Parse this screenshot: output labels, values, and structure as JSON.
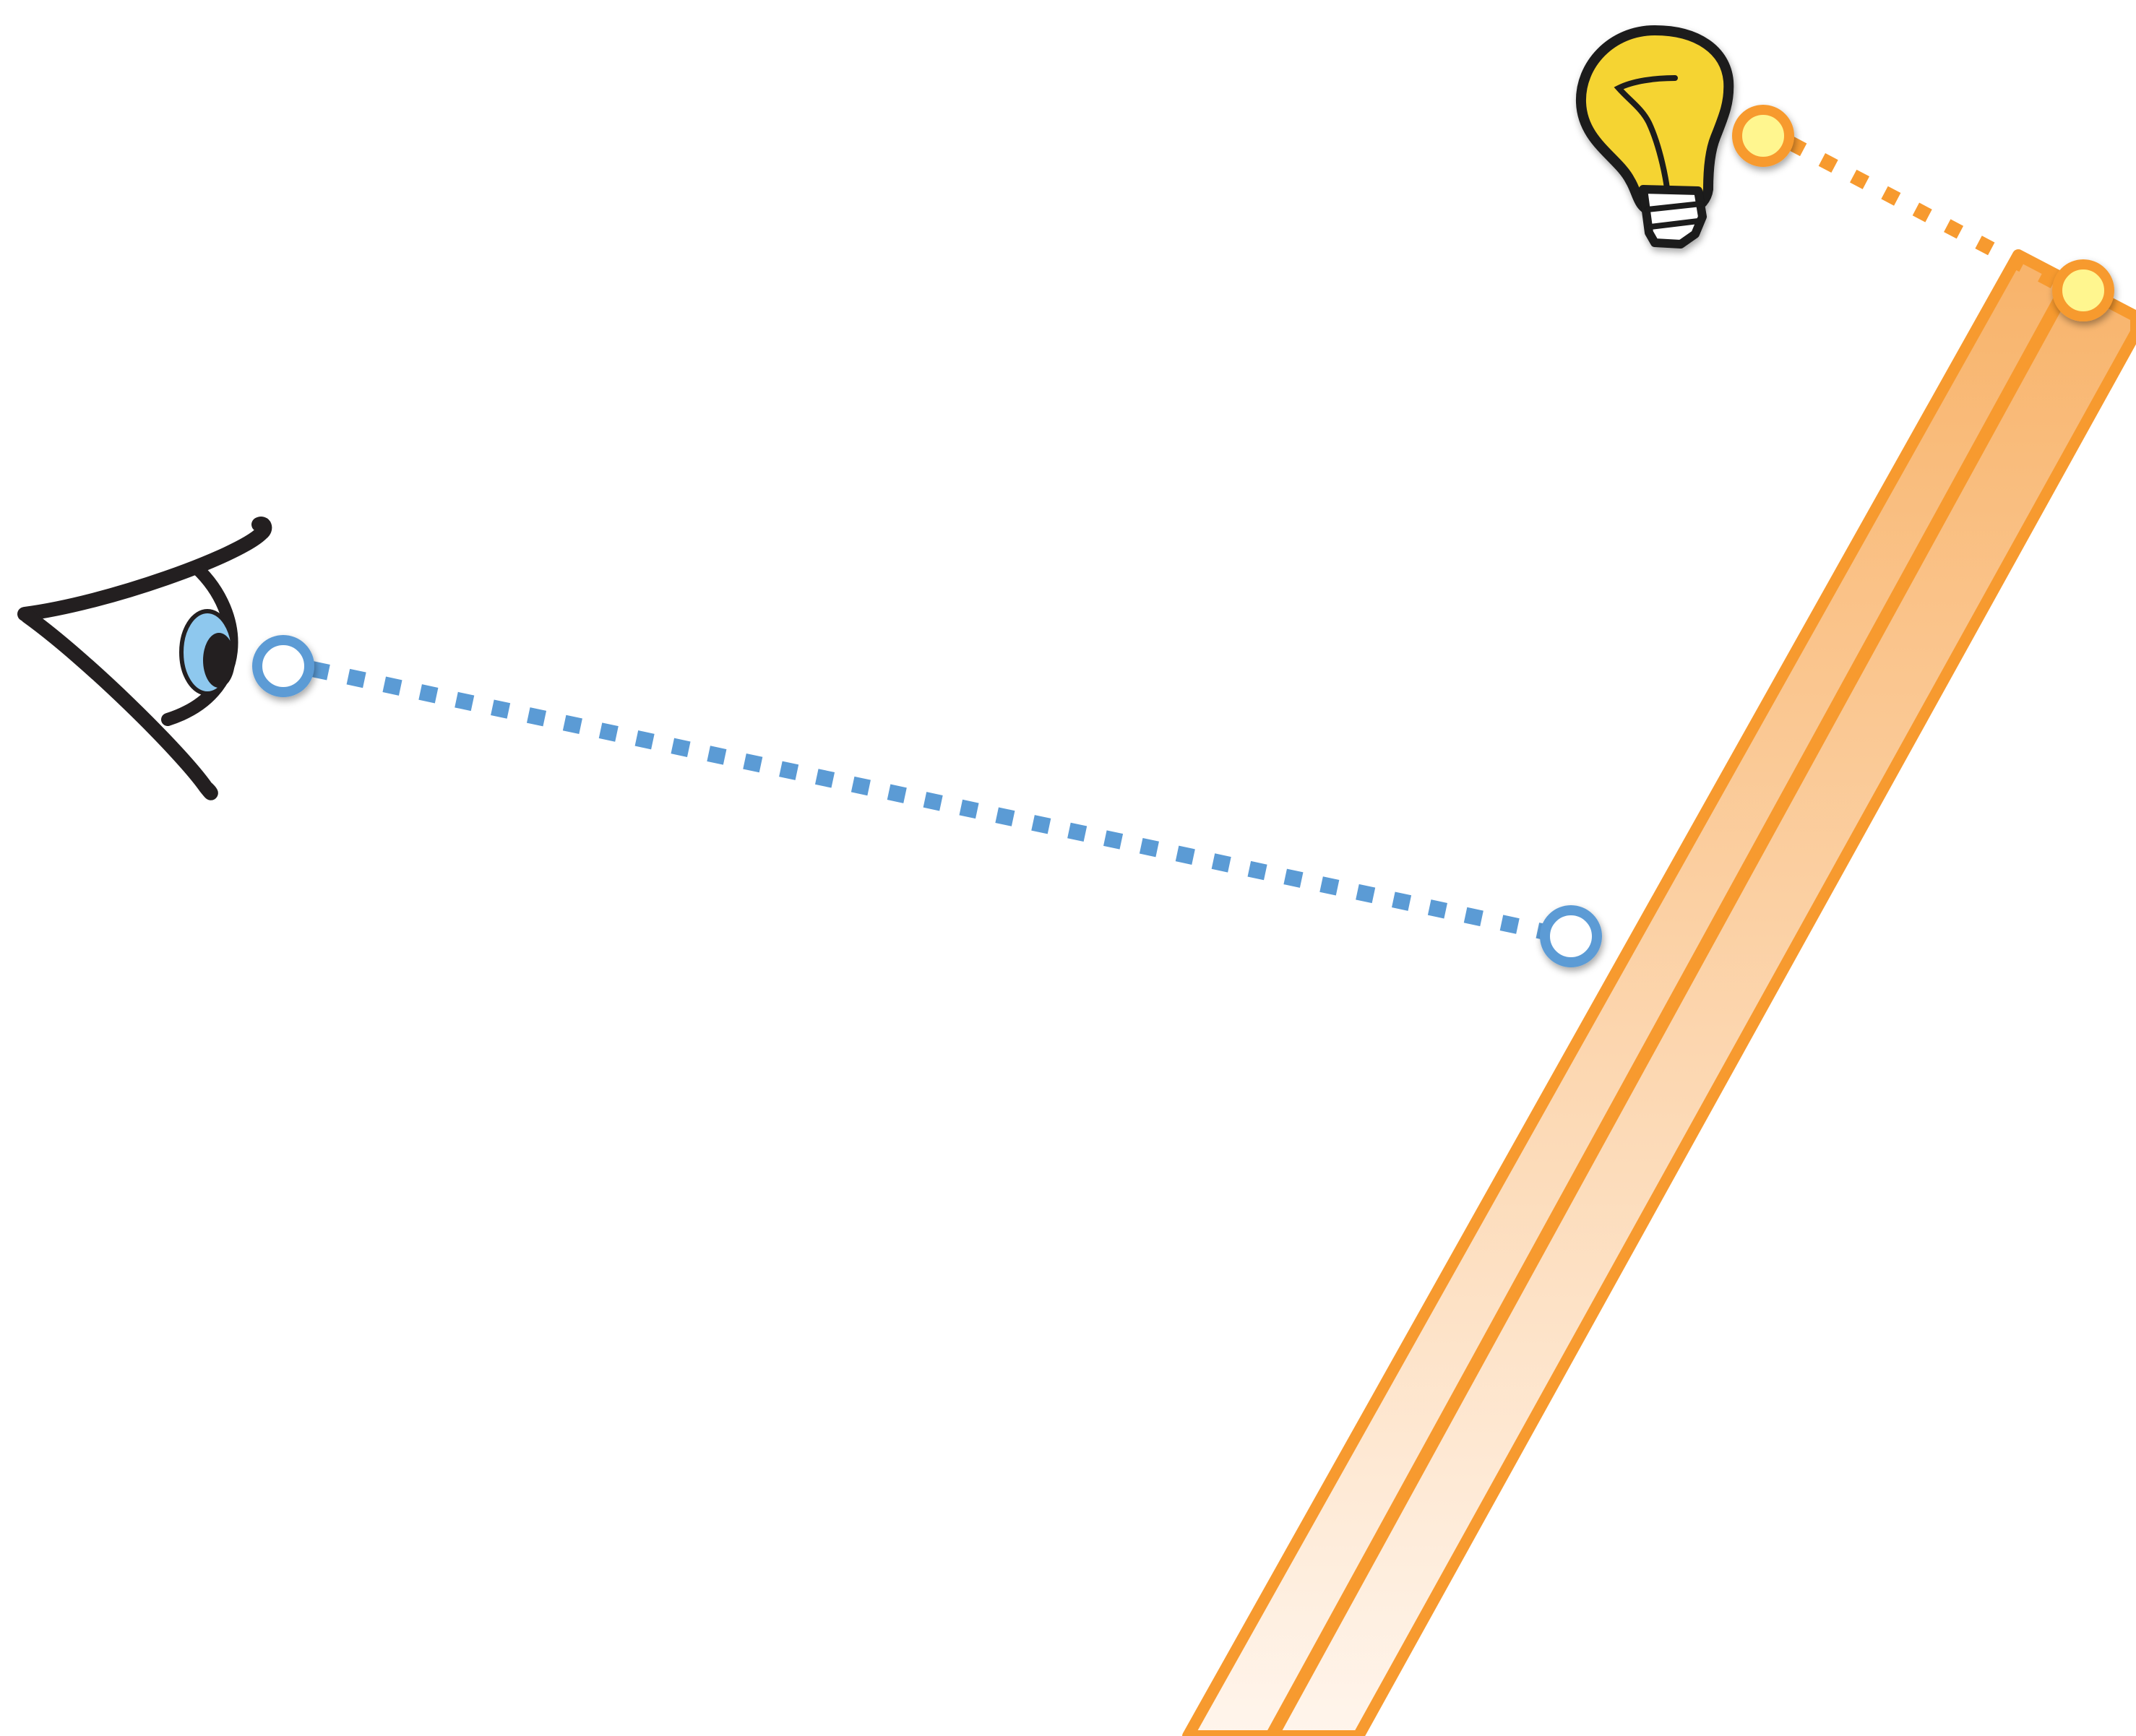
{
  "diagram": {
    "colors": {
      "background": "#ffffff",
      "eye_outline": "#231f20",
      "eye_iris": "#8ec8ee",
      "eye_pupil": "#231f20",
      "eye_ray": "#5b9bd5",
      "light_ray": "#f79a2f",
      "light_handle_fill": "#fff68f",
      "bulb_fill": "#f5d431",
      "bulb_outline": "#1a1a1a",
      "surface_stroke": "#f79a2f",
      "surface_fill_top": "#f8b36a",
      "surface_fill_bottom": "#fff5ec"
    },
    "icons": [
      "eye-icon",
      "lightbulb-icon"
    ],
    "elements": [
      "eye",
      "view-ray",
      "light-source",
      "light-ray",
      "reflective-surface"
    ]
  }
}
